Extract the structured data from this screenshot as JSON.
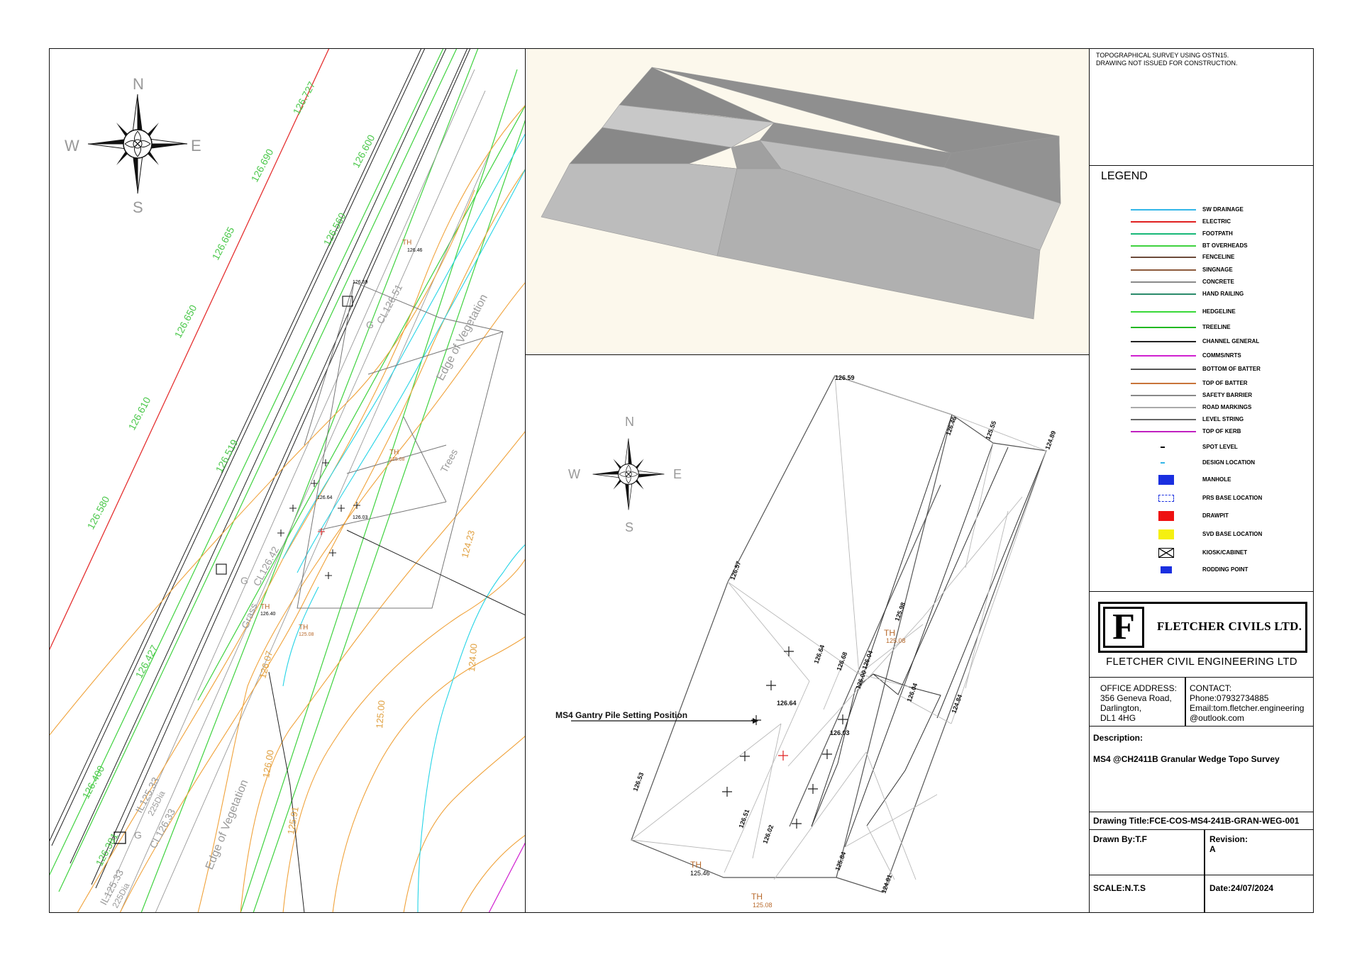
{
  "drawing_note": "TOPOGRAPHICAL SURVEY USING OSTN15.\nDRAWING NOT ISSUED FOR CONSTRUCTION.",
  "legend": {
    "title": "LEGEND",
    "items": [
      {
        "label": "SW DRAINAGE",
        "color": "#33b6e8",
        "kind": "line"
      },
      {
        "label": "ELECTRIC",
        "color": "#e02020",
        "kind": "line"
      },
      {
        "label": "FOOTPATH",
        "color": "#18b878",
        "kind": "line"
      },
      {
        "label": "BT OVERHEADS",
        "color": "#3fd23f",
        "kind": "line"
      },
      {
        "label": "FENCELINE",
        "color": "#6b4a3a",
        "kind": "line"
      },
      {
        "label": "SINGNAGE",
        "color": "#8c5a3c",
        "kind": "line"
      },
      {
        "label": "CONCRETE",
        "color": "#8a8a8a",
        "kind": "line"
      },
      {
        "label": "HAND RAILING",
        "color": "#2a8a6a",
        "kind": "line"
      },
      {
        "label": "HEDGELINE",
        "color": "#38d838",
        "kind": "line"
      },
      {
        "label": "TREELINE",
        "color": "#22b822",
        "kind": "line"
      },
      {
        "label": "CHANNEL GENERAL",
        "color": "#222222",
        "kind": "line"
      },
      {
        "label": "COMMS/NRTS",
        "color": "#d020d0",
        "kind": "line"
      },
      {
        "label": "BOTTOM OF BATTER",
        "color": "#555555",
        "kind": "line"
      },
      {
        "label": "TOP OF BATTER",
        "color": "#c8743a",
        "kind": "line"
      },
      {
        "label": "SAFETY BARRIER",
        "color": "#888888",
        "kind": "line"
      },
      {
        "label": "ROAD MARKINGS",
        "color": "#aaaaaa",
        "kind": "line"
      },
      {
        "label": "LEVEL STRING",
        "color": "#666666",
        "kind": "line"
      },
      {
        "label": "TOP OF KERB",
        "color": "#c020c0",
        "kind": "line"
      },
      {
        "label": "SPOT LEVEL",
        "color": "#000000",
        "kind": "dot"
      },
      {
        "label": "DESIGN LOCATION",
        "color": "#33b6e8",
        "kind": "dot"
      },
      {
        "label": "MANHOLE",
        "color": "#1a2fe0",
        "kind": "box"
      },
      {
        "label": "PRS BASE LOCATION",
        "color": "#1a2fe0",
        "kind": "dashbox"
      },
      {
        "label": "DRAWPIT",
        "color": "#ee1111",
        "kind": "box"
      },
      {
        "label": "SVD BASE LOCATION",
        "color": "#f5f011",
        "kind": "box"
      },
      {
        "label": "KIOSK/CABINET",
        "color": "#000000",
        "kind": "kiosk"
      },
      {
        "label": "RODDING POINT",
        "color": "#1a2fe0",
        "kind": "small"
      }
    ]
  },
  "company": {
    "logo_letter": "F",
    "logo_name": "FLETCHER CIVILS LTD.",
    "full_name": "FLETCHER CIVIL ENGINEERING LTD",
    "office_heading": "OFFICE ADDRESS:",
    "office_lines": [
      "356 Geneva Road,",
      "Darlington,",
      "DL1 4HG"
    ],
    "contact_heading": "CONTACT:",
    "contact_lines": [
      "Phone:07932734885",
      "Email:tom.fletcher.engineering",
      "@outlook.com"
    ]
  },
  "description": {
    "heading": "Description:",
    "text": "MS4 @CH2411B Granular Wedge Topo Survey"
  },
  "drawing_title": "Drawing Title:FCE-COS-MS4-241B-GRAN-WEG-001",
  "drawn_by": "Drawn By:T.F",
  "revision_label": "Revision:",
  "revision_value": "A",
  "scale": "SCALE:N.T.S",
  "date": "Date:24/07/2024",
  "compass": {
    "n": "N",
    "e": "E",
    "s": "S",
    "w": "W"
  },
  "plan": {
    "callout": "MS4 Gantry Pile Setting Position",
    "levels": [
      "126.59",
      "126.46",
      "125.55",
      "124.89",
      "126.57",
      "126.64",
      "126.68",
      "126.04",
      "125.98",
      "126.00",
      "126.04",
      "124.84",
      "126.64",
      "126.03",
      "126.53",
      "126.51",
      "126.02",
      "125.84",
      "124.81"
    ],
    "th_labels": [
      {
        "code": "TH",
        "level": "125.08"
      },
      {
        "code": "TH",
        "level": "125.46"
      },
      {
        "code": "TH",
        "level": "125.08"
      }
    ]
  },
  "site": {
    "texts": [
      "Edge of Vegetation",
      "Edge of Vegetation",
      "Trees",
      "Grass",
      "CL126.51",
      "CL126.42",
      "CL126.33",
      "IL125.33",
      "225Dia",
      "IL125.33",
      "225Dia",
      "G",
      "G",
      "G"
    ],
    "contours_green": [
      "126.727",
      "126.690",
      "126.665",
      "126.650",
      "126.610",
      "126.580",
      "126.600",
      "126.560",
      "126.519",
      "126.427",
      "126.400",
      "126.381"
    ],
    "contours_orange": [
      "126.00",
      "125.00",
      "124.00",
      "124.23",
      "125.91",
      "126.07"
    ],
    "th_labels": [
      {
        "code": "TH",
        "level": "126.46"
      },
      {
        "code": "TH",
        "level": "125.08"
      },
      {
        "code": "TH",
        "level": "126.40"
      },
      {
        "code": "TH",
        "level": "125.08"
      }
    ],
    "spot_levels": [
      "126.64",
      "126.03",
      "126.59"
    ]
  }
}
